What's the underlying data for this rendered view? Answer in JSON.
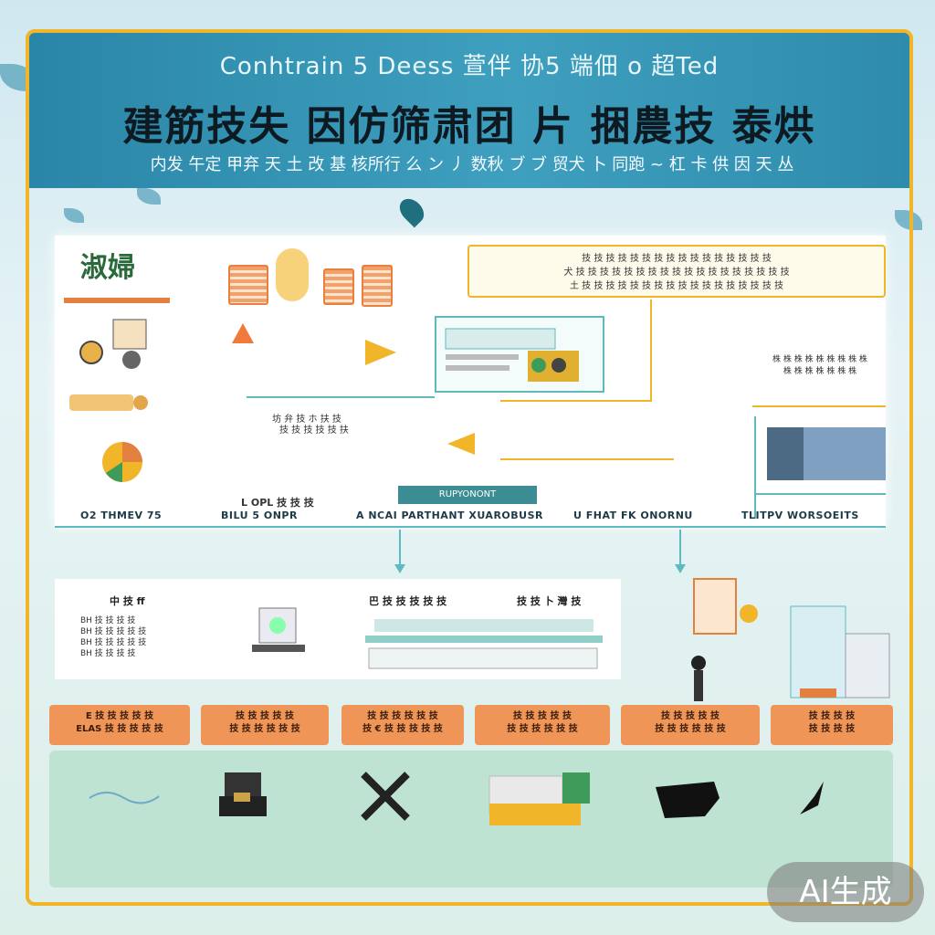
{
  "header": {
    "title_en": "Conhtrain 5 Deess 萱伴 协5 端佃 o 超Ted",
    "title_zh": "建筋技失 因仿筛肃团 片 捆農技 泰烘",
    "subtitle": "内发 午定 甲弃 天 土 改 基 核所行 么 ン 丿 数秋 ブ ブ 贸犬 卜 同跑 ~ 杠 卡 供 因 天 丛"
  },
  "left": {
    "brand_label": "淑婦"
  },
  "notice": {
    "line1": "技 技 技 技 技 技 技 技 技 技 技 技 技 技 技 技",
    "line2": "犬 技 技 技 技 技 技 技 技 技 技 技 技 技 技 技 技 技 技",
    "line3": "土 技 技 技 技 技 技 技 技 技 技 技 技 技 技 技 技 技"
  },
  "right_panel": {
    "line1": "株 株 株 株 株 株 株 株 株",
    "line2": "株 株 株 株 株 株 株"
  },
  "labels": {
    "mid_label_1": "坊 弁 技 ホ 扶 技",
    "mid_label_2": "技 技 技 技 技 扶",
    "l_label": "L OPL 技 技 技"
  },
  "center_tag": "RUPYONONT",
  "captions": [
    "O2 THMEV 75",
    "BILU 5 ONPR",
    "A NCAI PARTHANT XUAROBUSR",
    "U FHAT FK ONORNU",
    "TLITPV WORSOEITS"
  ],
  "mid": {
    "left_title": "中 技 ff",
    "left_lines": [
      "BH 技 技 技 技",
      "BH 技 技 技 技 技",
      "BH 技 技 技 技 技",
      "BH 技 技 技 技"
    ],
    "center_title": "巴 技 技 技 技 技",
    "center_right_title": "技 技 卜 灣 技"
  },
  "steps": [
    [
      "E 技 技 技 技 技",
      "ELAS 技 技 技 技 技"
    ],
    [
      "技 技 技 技 技",
      "技 技 技 技 技 技"
    ],
    [
      "技 技 技 技 技 技",
      "技 € 技 技 技 技 技"
    ],
    [
      "技 技 技 技 技",
      "技 技 技 技 技 技"
    ],
    [
      "技 技 技 技 技",
      "技 技 技 技 技 技"
    ],
    [
      "技 技 技 技",
      "技 技 技 技"
    ]
  ],
  "bottom_icons": [
    "dark-block-icon",
    "cross-tools-icon",
    "factory-icon",
    "black-blob-icon",
    "black-bird-icon"
  ],
  "badge": "AI生成",
  "colors": {
    "header": "#2a86a8",
    "frame": "#f1b52a",
    "accent_orange": "#ef9558",
    "teal": "#5fbac0",
    "bottom": "#bfe3d3"
  }
}
